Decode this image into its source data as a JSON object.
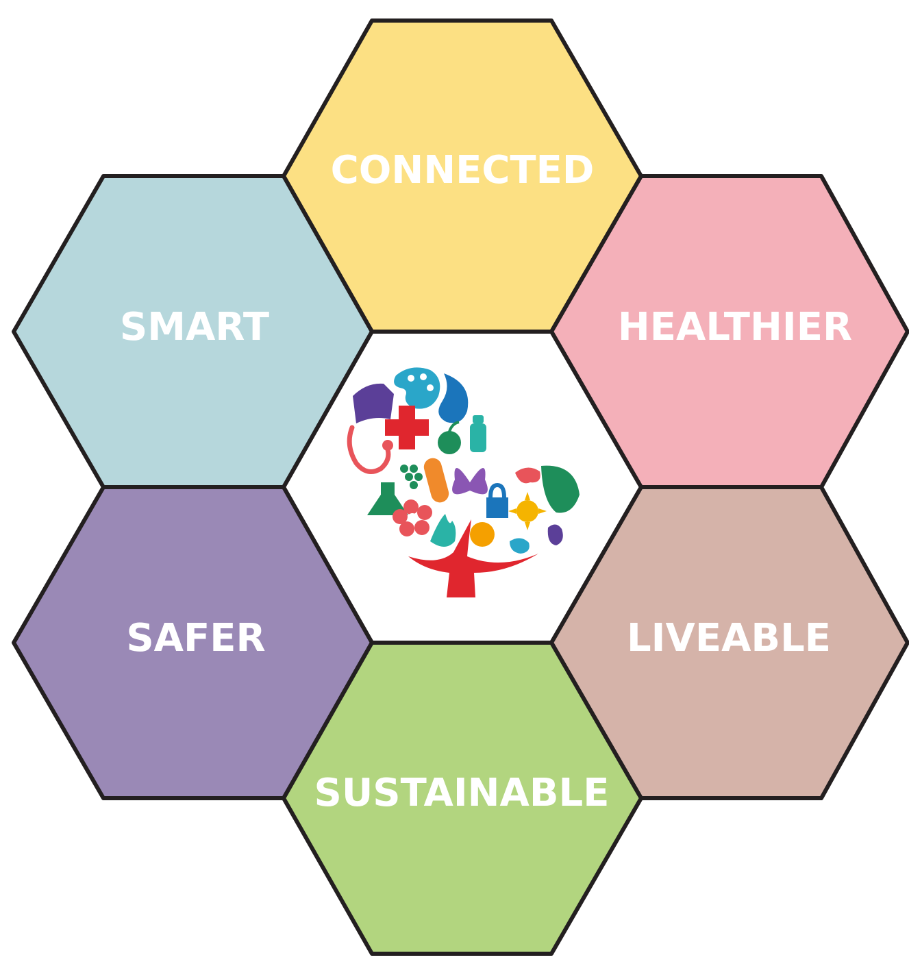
{
  "hexagons": [
    {
      "id": "connected",
      "label": "CONNECTED",
      "color": "#fce083"
    },
    {
      "id": "smart",
      "label": "SMART",
      "color": "#b6d7dc"
    },
    {
      "id": "healthier",
      "label": "HEALTHIER",
      "color": "#f4b0b9"
    },
    {
      "id": "center",
      "label": "",
      "color": "#ffffff"
    },
    {
      "id": "safer",
      "label": "SAFER",
      "color": "#9a89b6"
    },
    {
      "id": "liveable",
      "label": "LIVEABLE",
      "color": "#d5b3a9"
    },
    {
      "id": "sustainable",
      "label": "SUSTAINABLE",
      "color": "#b2d57f"
    }
  ],
  "center_logo": {
    "icon": "heart-tree-logo-icon",
    "colors": [
      "#e0262e",
      "#5b3f98",
      "#2aa6c9",
      "#1e8e5a",
      "#f08a2b",
      "#f5b400",
      "#e8545a",
      "#1b75bb"
    ]
  }
}
